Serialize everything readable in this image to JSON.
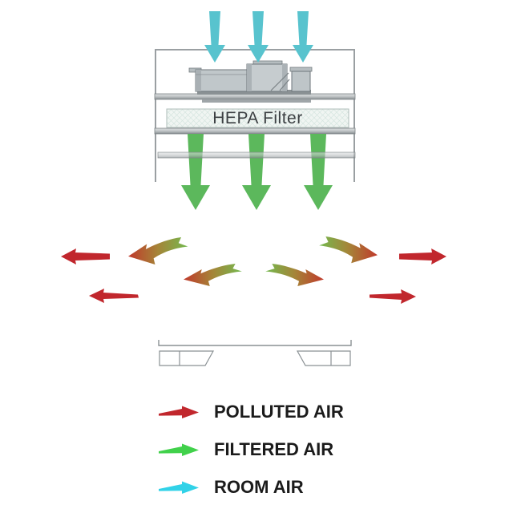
{
  "diagram": {
    "hepa_label": "HEPA Filter"
  },
  "legend": {
    "items": [
      {
        "name": "polluted-air",
        "label": "POLLUTED AIR",
        "color": "#C1272D",
        "icon": "right-arrow-icon"
      },
      {
        "name": "filtered-air",
        "label": "FILTERED AIR",
        "color": "#41D14B",
        "icon": "right-arrow-icon"
      },
      {
        "name": "room-air",
        "label": "ROOM AIR",
        "color": "#31D2E8",
        "icon": "right-arrow-icon"
      }
    ]
  },
  "colors": {
    "polluted_air": "#C1272D",
    "filtered_air": "#5CB85C",
    "room_air": "#58C3CE",
    "swoosh_green": "#74B94F",
    "swoosh_red": "#C0392B",
    "structure_gray": "#8A9194"
  }
}
